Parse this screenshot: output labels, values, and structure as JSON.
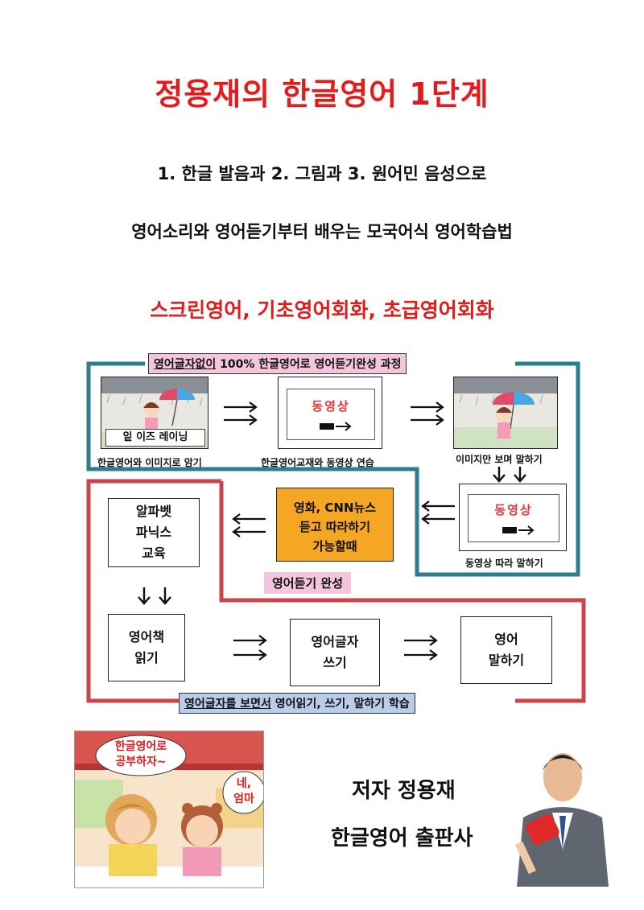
{
  "header": {
    "title": "정용재의 한글영어 1단계",
    "subtitle_1": "1. 한글 발음과 2. 그림과 3. 원어민 음성으로",
    "subtitle_2": "영어소리와 영어듣기부터 배우는 모국어식 영어학습법",
    "red_subtitle": "스크린영어, 기초영어회화, 초급영어회화"
  },
  "diagram": {
    "top_label": {
      "underlined": "영어글자없이",
      "rest": " 100% 한글영어로 영어듣기완성 과정"
    },
    "step1_image_caption": "잍 이즈 레이닝",
    "step1_caption": "한글영어와 이미지로 암기",
    "step2_video_text": "동영상",
    "step2_caption": "한글영어교재와 동영상 연습",
    "step3_caption": "이미지만 보며 말하기",
    "step4_video_text": "동영상",
    "step4_caption": "동영상 따라 말하기",
    "orange_box": {
      "line1": "영화, CNN뉴스",
      "line2": "듣고 따라하기",
      "line3": "가능할때"
    },
    "listening_complete": "영어듣기 완성",
    "alphabet_box": {
      "line1": "알파벳",
      "line2": "파닉스",
      "line3": "교육"
    },
    "read_box": {
      "line1": "영어책",
      "line2": "읽기"
    },
    "write_box": {
      "line1": "영어글자",
      "line2": "쓰기"
    },
    "speak_box": {
      "line1": "영어",
      "line2": "말하기"
    },
    "bottom_label": {
      "underlined": "영어글자를 보면서",
      "rest": " 영어읽기, 쓰기, 말하기 학습"
    }
  },
  "cartoon": {
    "bubble_mom": {
      "line1": "한글영어로",
      "line2": "공부하자~"
    },
    "bubble_kid": {
      "line1": "네,",
      "line2": "엄마"
    }
  },
  "footer": {
    "author": "저자 정용재",
    "publisher": "한글영어 출판사"
  },
  "colors": {
    "title_red": "#e31b1b",
    "teal_border": "#2e7d8c",
    "red_border": "#c9454b",
    "pink_label": "#f4c6dc",
    "blue_label": "#b7cde9",
    "orange_box": "#f5a623"
  }
}
